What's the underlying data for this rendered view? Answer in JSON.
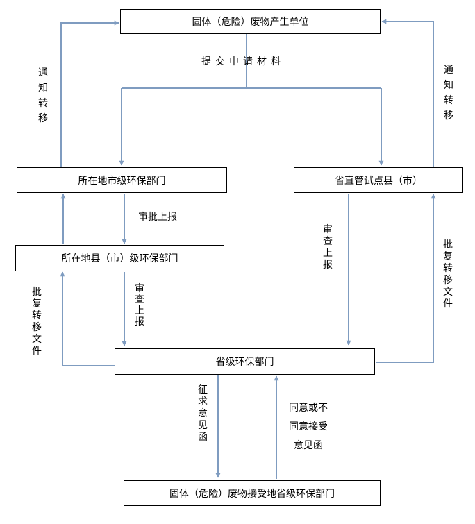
{
  "boxes": {
    "producer": "固体（危险）废物产生单位",
    "city_dept": "所在地市级环保部门",
    "pilot_county": "省直管试点县（市）",
    "county_dept": "所在地县（市）级环保部门",
    "province_dept": "省级环保部门",
    "receiver_dept": "固体（危险）废物接受地省级环保部门"
  },
  "labels": {
    "submit_materials": "提交申请材料",
    "notify_transfer_left": "通知转移",
    "notify_transfer_right": "通知转移",
    "review_report_city": "审批上报",
    "review_report_county": "审查上报",
    "review_report_pilot": "审查上报",
    "approve_transfer_left": "批复转移文件",
    "approve_transfer_right": "批复转移文件",
    "solicit_opinion": "征求意见函",
    "agree_line1": "同意或不",
    "agree_line2": "同意接受",
    "agree_line3": "意见函"
  },
  "colors": {
    "arrow": "#7f9cc0",
    "box_border": "#000000"
  }
}
